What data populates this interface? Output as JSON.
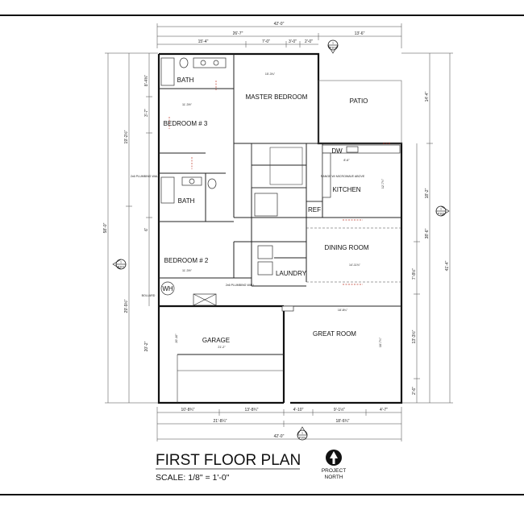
{
  "title": {
    "main": "FIRST FLOOR PLAN",
    "scale": "SCALE: 1/8\" = 1'-0\""
  },
  "north": {
    "line1": "PROJECT",
    "line2": "NORTH"
  },
  "rooms": {
    "bath_upper": "BATH",
    "master_bedroom": "MASTER BEDROOM",
    "patio": "PATIO",
    "bedroom3": "BEDROOM # 3",
    "dw": "DW",
    "kitchen": "KITCHEN",
    "bath_lower": "BATH",
    "ref": "REF",
    "dining_room": "DINING ROOM",
    "bedroom2": "BEDROOM # 2",
    "laundry": "LAUNDRY",
    "wh": "WH",
    "garage": "GARAGE",
    "great_room": "GREAT ROOM"
  },
  "section_markers": {
    "top": {
      "num": "1",
      "sheet": "P301"
    },
    "right": {
      "num": "1",
      "sheet": "P302"
    },
    "left": {
      "num": "1",
      "sheet": "P303"
    },
    "bottom": {
      "num": "1",
      "sheet": "P300"
    }
  },
  "dims_top": {
    "overall": "42'-0\"",
    "row2": [
      "26'-7\"",
      "13'-6\""
    ],
    "row3": [
      "15'-4\"",
      "7'-0\"",
      "3'-0\"",
      "2'-0\""
    ]
  },
  "dims_bottom": {
    "row1": [
      "10'-8¾\"",
      "13'-8¾\"",
      "4'-10\"",
      "9'-1½\"",
      "4'-7\""
    ],
    "row2": [
      "21'-8¼\"",
      "18'-6¾\""
    ],
    "overall": "42'-0\""
  },
  "dims_left": {
    "outer": "58'-0\"",
    "mid": [
      "19'-2½\"",
      "29'-9½\""
    ],
    "inner": [
      "8'-4⅜\"",
      "3'-7\"",
      "6'",
      "20'-2\""
    ]
  },
  "dims_right": {
    "outer": "41'-4\"",
    "mid": [
      "14'-4\"",
      "18'-2\"",
      "38'-6\"",
      "7'-8½\"",
      "13'-3½\""
    ],
    "inner": [
      "2'-6\""
    ]
  },
  "notes": {
    "plumbing_wall_left": "2x6 PLUMBING WALL",
    "plumbing_wall_mid": "2x6 PLUMBING WALL",
    "range": "RANGE W/ MICROWAVE ABOVE",
    "bollard": "BOLLARD"
  },
  "room_dims": {
    "master_w": "15'-3¾\"",
    "bed3_w": "11'-3½\"",
    "bed2_w": "11'-3½\"",
    "dining_w": "14'-11¾\"",
    "great_w": "18'-8¼\"",
    "great_h": "18'-7¼\"",
    "garage_w": "21'-2\"",
    "garage_h": "20'-10\"",
    "kitchen_w": "8'-6\"",
    "kitchen_h": "12'-7¼\""
  }
}
